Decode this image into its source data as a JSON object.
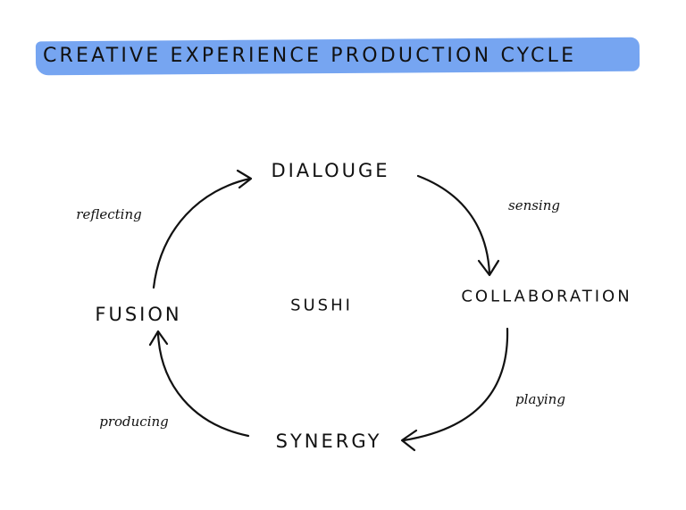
{
  "title": "CREATIVE EXPERIENCE PRODUCTION CYCLE",
  "highlight_color": "#6fa0f0",
  "nodes": {
    "top": "DIALOUGE",
    "right": "COLLABORATION",
    "bottom": "SYNERGY",
    "left": "FUSION",
    "center": "SUSHI"
  },
  "edge_labels": {
    "top_left": "reflecting",
    "top_right": "sensing",
    "bottom_right": "playing",
    "bottom_left": "producing"
  }
}
